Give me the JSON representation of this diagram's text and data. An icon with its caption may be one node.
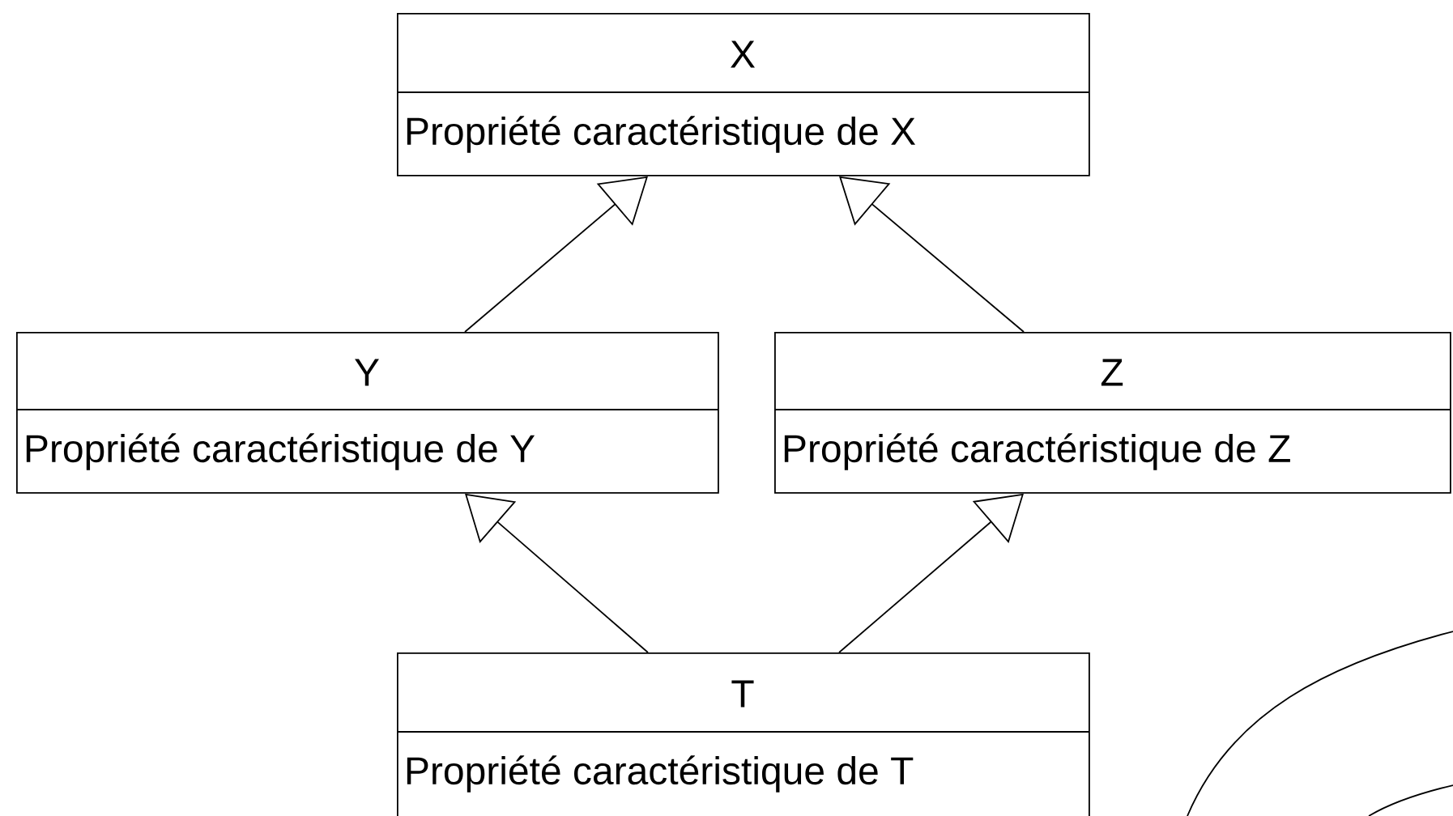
{
  "diagram": {
    "nodes": [
      {
        "text": [
          "X",
          "Propriété caractéristique de X"
        ]
      },
      {
        "text": [
          "Y",
          "Propriété caractéristique de Y"
        ]
      },
      {
        "text": [
          "Z",
          "Propriété caractéristique de Z"
        ]
      },
      {
        "text": [
          "T",
          "Propriété caractéristique de T"
        ]
      }
    ],
    "edges": [
      {
        "from": 1,
        "to": 0,
        "arrow": "to"
      },
      {
        "from": 2,
        "to": 0,
        "arrow": "to"
      },
      {
        "from": 3,
        "to": 1,
        "arrow": "to"
      },
      {
        "from": 3,
        "to": 2,
        "arrow": "to"
      }
    ]
  }
}
